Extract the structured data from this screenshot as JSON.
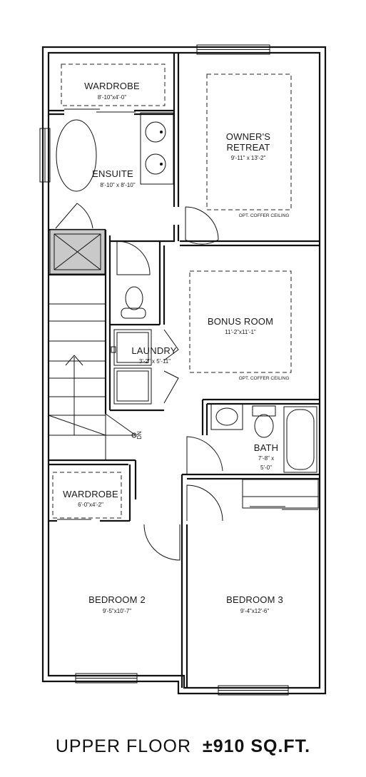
{
  "rooms": {
    "wardrobe_top": {
      "name": "WARDROBE",
      "dims": "8'-10\"x4'-0\""
    },
    "ensuite": {
      "name": "ENSUITE",
      "dims": "8'-10\" x 8'-10\""
    },
    "owners_retreat": {
      "name_line1": "OWNER'S",
      "name_line2": "RETREAT",
      "dims": "9'-11\" x 13'-2\"",
      "note": "OPT. COFFER CEILING"
    },
    "bonus_room": {
      "name": "BONUS ROOM",
      "dims": "11'-2\"x11'-1\"",
      "note": "OPT. COFFER CEILING"
    },
    "laundry": {
      "name": "LAUNDRY",
      "dims": "3'-2\" x 5'-11\""
    },
    "bath": {
      "name": "BATH",
      "dims_line1": "7'-8\" x",
      "dims_line2": "5'-0\""
    },
    "wardrobe_bottom": {
      "name": "WARDROBE",
      "dims": "6'-0\"x4'-2\""
    },
    "bedroom2": {
      "name": "BEDROOM 2",
      "dims": "9'-5\"x10'-7\""
    },
    "bedroom3": {
      "name": "BEDROOM 3",
      "dims": "9'-4\"x12'-6\""
    }
  },
  "stair_label": "DN",
  "footer": {
    "label": "UPPER FLOOR",
    "area": "±910 SQ.FT."
  }
}
